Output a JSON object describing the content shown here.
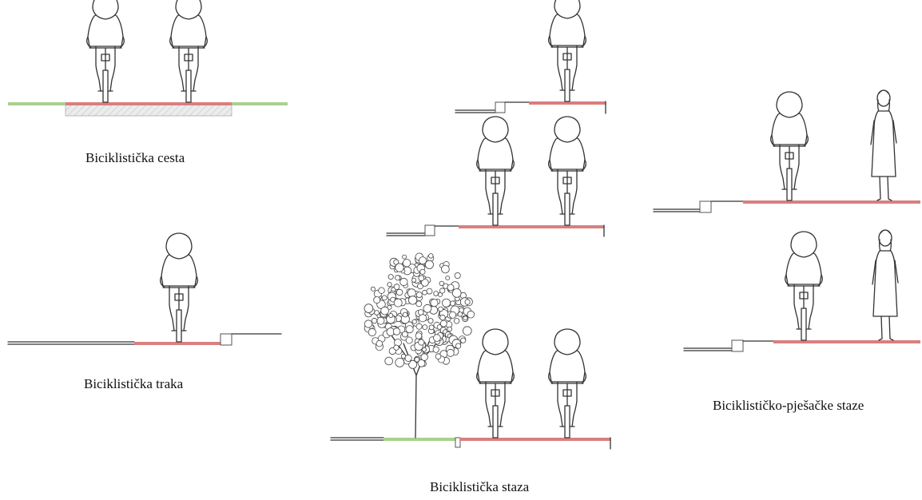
{
  "captions": {
    "cesta": "Biciklistička cesta",
    "traka": "Biciklistička traka",
    "staza": "Biciklistička staza",
    "pjesacke": "Biciklističko-pješačke staze"
  },
  "colors": {
    "bike_surface": "#d97f7f",
    "green_verge": "#a9d18e",
    "hatch_base": "#e6e6e6",
    "line": "#333333"
  }
}
